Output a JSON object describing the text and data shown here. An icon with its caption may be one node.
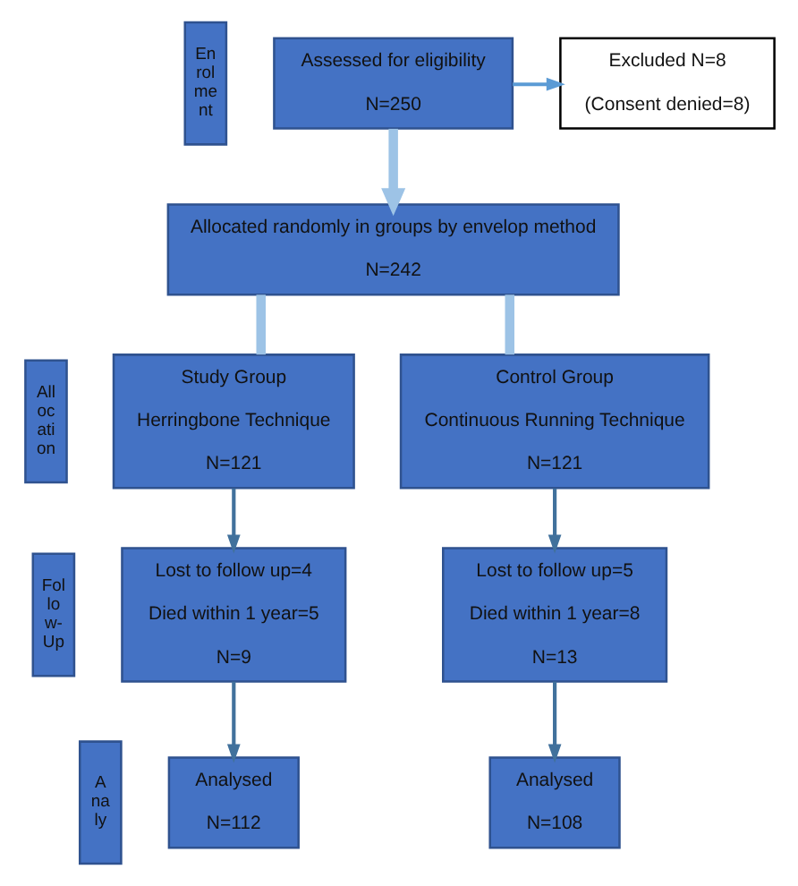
{
  "diagram": {
    "nodes": [
      {
        "text": [
          "En rol me nt"
        ]
      },
      {
        "text": [
          "Assessed for eligibility",
          "N=250"
        ]
      },
      {
        "text": [
          "Excluded N=8",
          "(Consent denied=8)"
        ]
      },
      {
        "text": [
          "Allocated randomly in groups by envelop method",
          "N=242"
        ]
      },
      {
        "text": [
          "All oc ati on"
        ]
      },
      {
        "text": [
          "Study Group",
          "Herringbone Technique",
          "N=121"
        ]
      },
      {
        "text": [
          "Control Group",
          "Continuous Running Technique",
          "N=121"
        ]
      },
      {
        "text": [
          "Fol lo w- Up"
        ]
      },
      {
        "text": [
          "Lost to follow up=4",
          "Died within 1 year=5",
          "N=9"
        ]
      },
      {
        "text": [
          "Lost to follow up=5",
          "Died within 1 year=8",
          "N=13"
        ]
      },
      {
        "text": [
          "A na ly"
        ]
      },
      {
        "text": [
          "Analysed",
          "N=112"
        ]
      },
      {
        "text": [
          "Analysed",
          "N=108"
        ]
      }
    ],
    "edges": [
      {
        "from": 1,
        "to": 3,
        "arrow": "to",
        "style": "thick",
        "color": "#9dc3e6"
      },
      {
        "from": 1,
        "to": 2,
        "arrow": "to",
        "color": "#5b9bd5"
      },
      {
        "from": 3,
        "to": 5,
        "arrow": "none",
        "style": "thick",
        "color": "#9dc3e6"
      },
      {
        "from": 3,
        "to": 6,
        "arrow": "none",
        "style": "thick",
        "color": "#9dc3e6"
      },
      {
        "from": 5,
        "to": 8,
        "arrow": "to"
      },
      {
        "from": 6,
        "to": 9,
        "arrow": "to"
      },
      {
        "from": 8,
        "to": 11,
        "arrow": "to"
      },
      {
        "from": 9,
        "to": 12,
        "arrow": "to"
      }
    ]
  }
}
